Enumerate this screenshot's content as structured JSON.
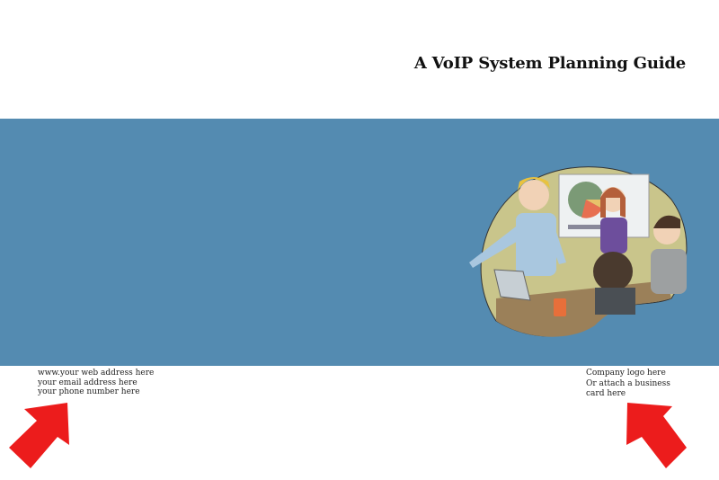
{
  "header": {
    "title": "A VoIP System Planning Guide"
  },
  "contact": {
    "web": "www.your web address here",
    "email": "your email address here",
    "phone": "your phone number here"
  },
  "company": {
    "line1": "Company logo here",
    "line2": "Or attach a business",
    "line3": "card here"
  },
  "colors": {
    "band": "#548bb1",
    "arrow": "#ec1c1c"
  }
}
